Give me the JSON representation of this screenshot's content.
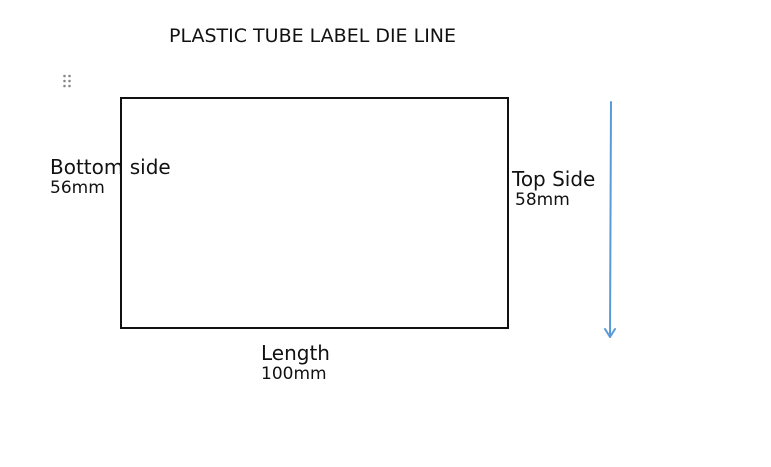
{
  "diagram": {
    "title": "PLASTIC TUBE LABEL DIE LINE",
    "bottom_side": {
      "label": "Bottom side",
      "value": "56mm"
    },
    "top_side": {
      "label": "Top Side",
      "value": "58mm"
    },
    "length": {
      "label": "Length",
      "value": "100mm"
    },
    "arrow_color": "#5B9BD5",
    "outline_color": "#111111",
    "handle_icon": "drag-handle-icon"
  }
}
